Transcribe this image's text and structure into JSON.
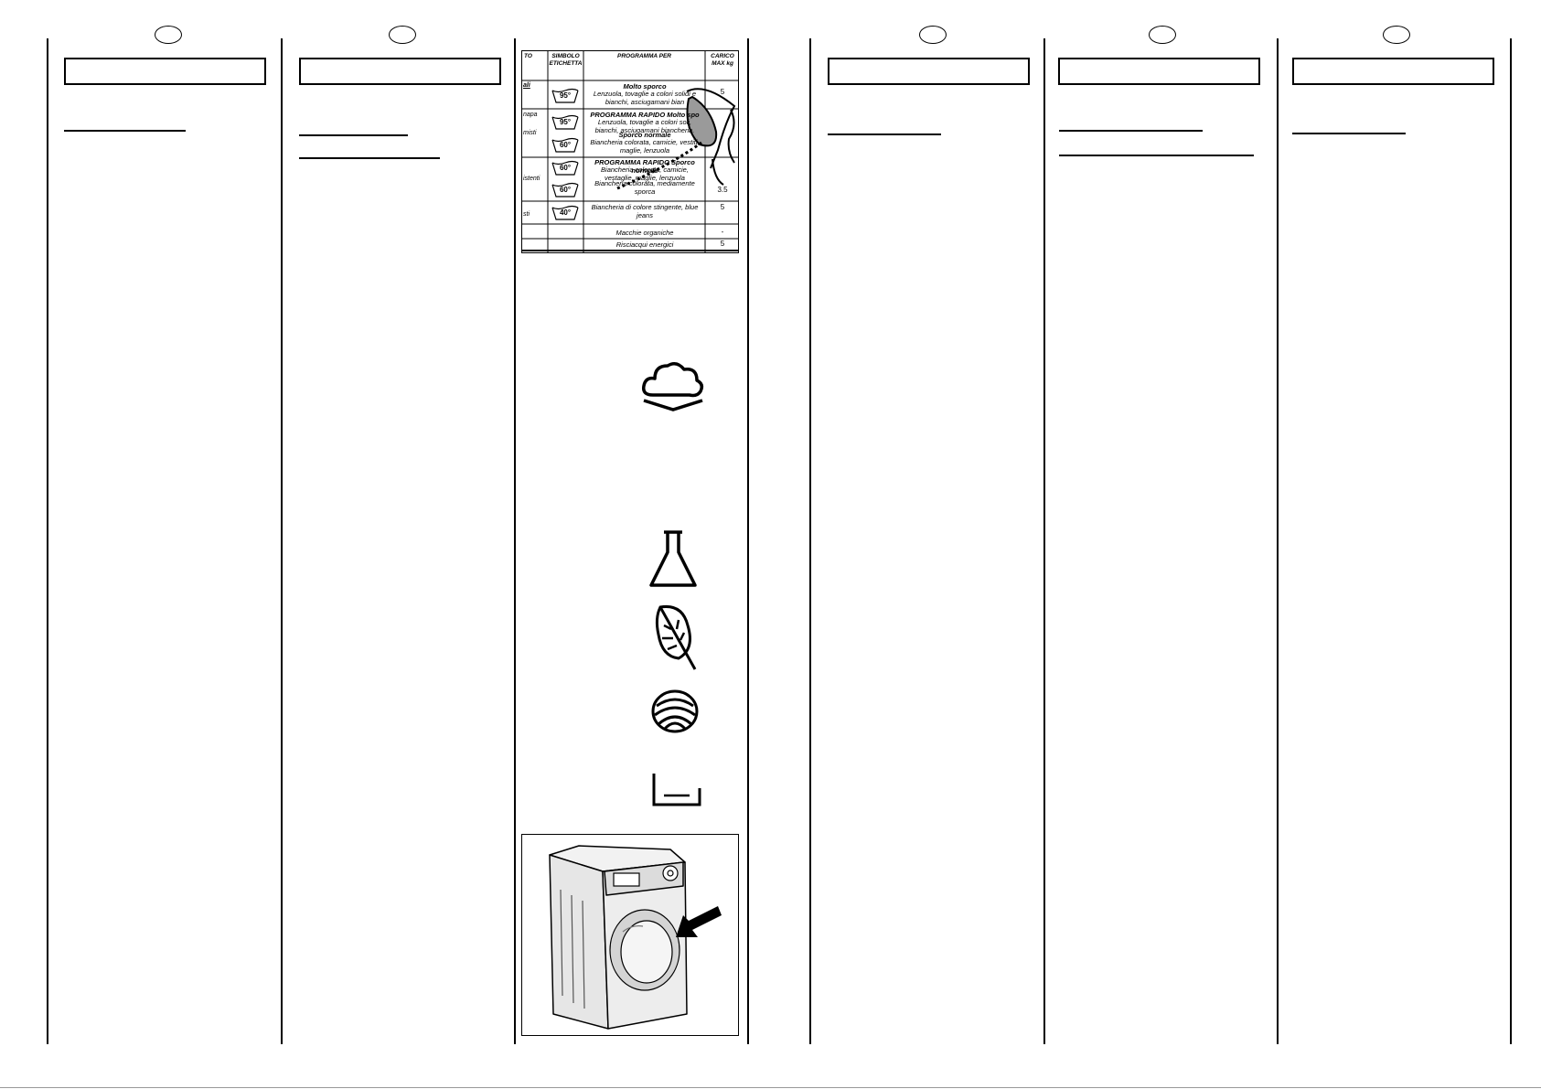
{
  "columns": [
    {
      "badge": "",
      "heading": ""
    },
    {
      "badge": "",
      "heading": ""
    },
    {
      "badge": "",
      "heading": ""
    },
    {
      "badge": "",
      "heading": ""
    },
    {
      "badge": "",
      "heading": ""
    }
  ],
  "wash_table": {
    "headers": {
      "tessuto": "TO",
      "simbolo": "SIMBOLO ETICHETTA",
      "programma": "PROGRAMMA PER",
      "carico": "CARICO MAX kg"
    },
    "row_labels": [
      "ali",
      "napa",
      "misti",
      "istenti",
      "sti"
    ],
    "rows": [
      {
        "temp": "95°",
        "title": "Molto sporco",
        "desc": "Lenzuola, tovaglie a colori solidi e bianchi, asciugamani bian",
        "load": "5"
      },
      {
        "temp": "95°",
        "title": "PROGRAMMA RAPIDO Molto spo",
        "desc": "Lenzuola, tovaglie a colori soli, bianchi, asciugamani biancheria.",
        "load": ""
      },
      {
        "temp": "60°",
        "title": "Sporco normale",
        "desc": "Biancheria colorata, camicie, vestiti, maglie, lenzuola",
        "load": ""
      },
      {
        "temp": "60°",
        "title": "PROGRAMMA RAPIDO Sporco normale",
        "desc": "Biancheria colorata, camicie, vestaglie, maglie, lenzuola",
        "load": ""
      },
      {
        "temp": "60°",
        "title": "",
        "desc": "Biancheria colorata, mediamente sporca",
        "load": "3.5"
      },
      {
        "temp": "40°",
        "title": "",
        "desc": "Biancheria di colore stingente, blue jeans",
        "load": "5"
      },
      {
        "temp": "",
        "title": "",
        "desc": "Macchie organiche",
        "load": "-"
      },
      {
        "temp": "",
        "title": "",
        "desc": "Risciacqui energici",
        "load": "5"
      }
    ]
  },
  "icons": {
    "prewash": "prewash-cloud-icon",
    "bleach": "bleach-flask-icon",
    "softener": "softener-feather-icon",
    "wool": "wool-ball-icon",
    "rinse": "rinse-tub-icon",
    "machine": "washing-machine-illustration"
  },
  "colors": {
    "ink": "#000000",
    "paper": "#ffffff",
    "machine_gray": "#e6e6e6"
  }
}
